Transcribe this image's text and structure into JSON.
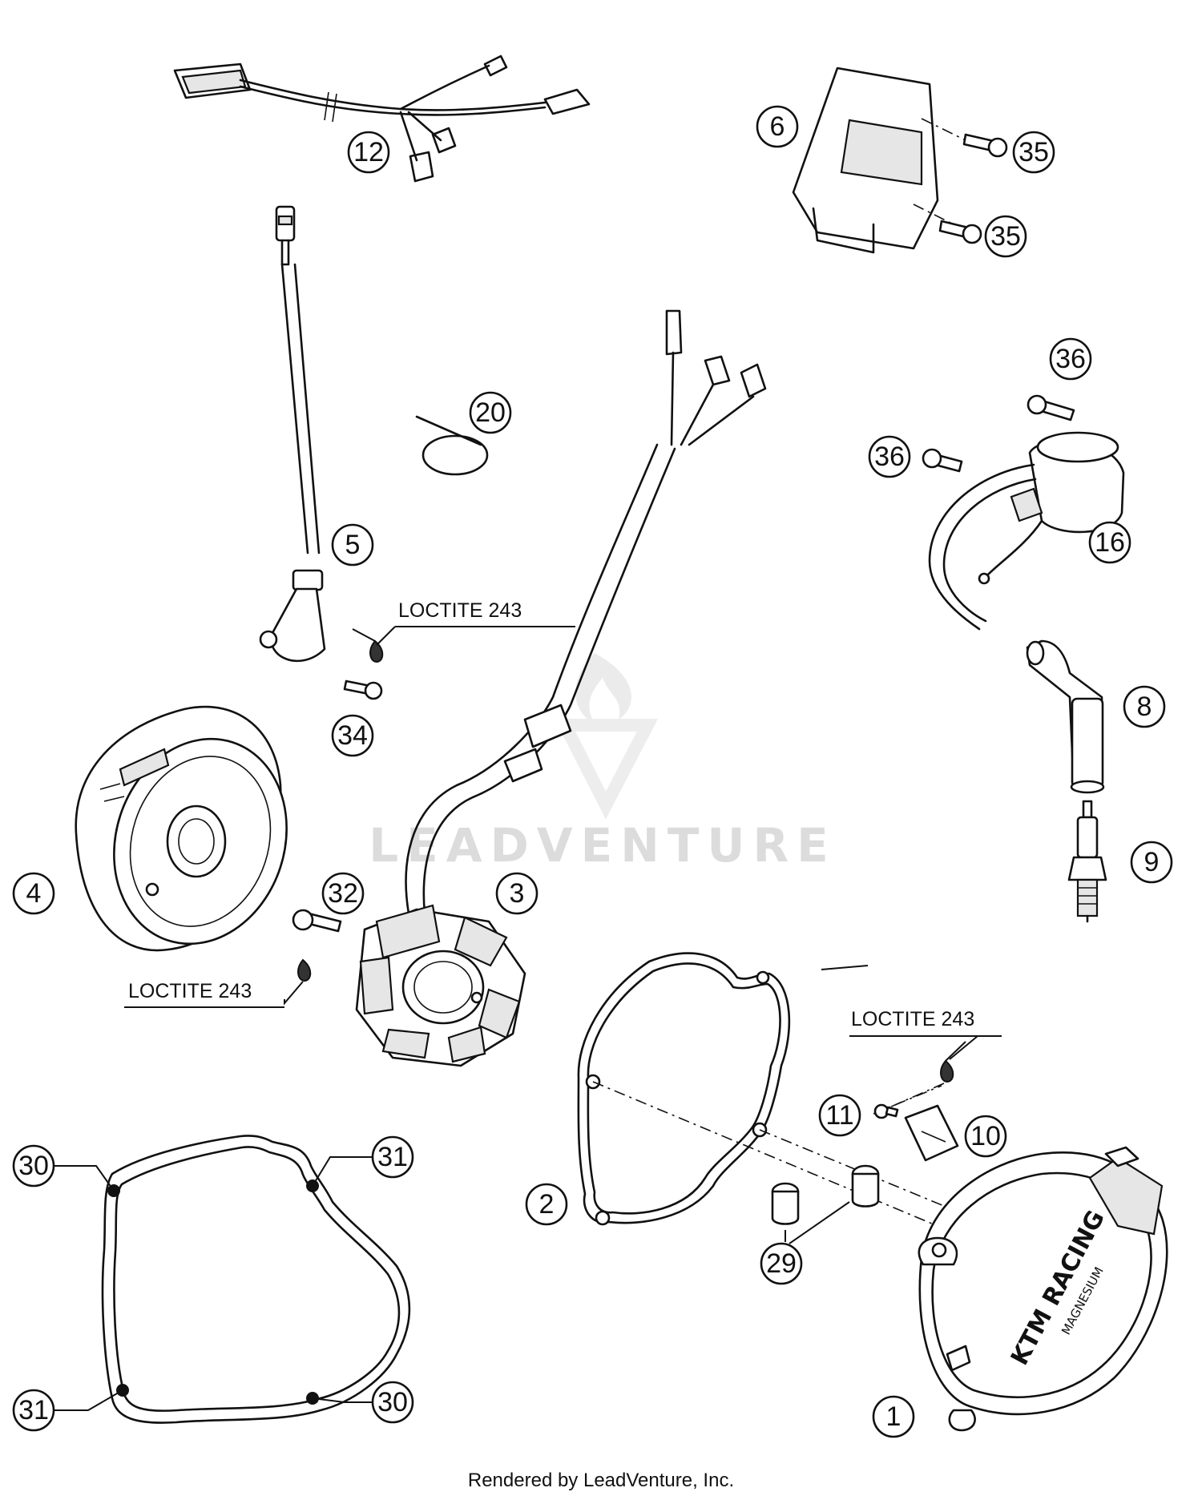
{
  "diagram": {
    "callouts": [
      {
        "id": "c1",
        "label": "1"
      },
      {
        "id": "c2",
        "label": "2"
      },
      {
        "id": "c3",
        "label": "3"
      },
      {
        "id": "c4",
        "label": "4"
      },
      {
        "id": "c5",
        "label": "5"
      },
      {
        "id": "c6",
        "label": "6"
      },
      {
        "id": "c8",
        "label": "8"
      },
      {
        "id": "c9",
        "label": "9"
      },
      {
        "id": "c10",
        "label": "10"
      },
      {
        "id": "c11",
        "label": "11"
      },
      {
        "id": "c12",
        "label": "12"
      },
      {
        "id": "c16",
        "label": "16"
      },
      {
        "id": "c20",
        "label": "20"
      },
      {
        "id": "c29",
        "label": "29"
      },
      {
        "id": "c30a",
        "label": "30"
      },
      {
        "id": "c30b",
        "label": "30"
      },
      {
        "id": "c31a",
        "label": "31"
      },
      {
        "id": "c31b",
        "label": "31"
      },
      {
        "id": "c32",
        "label": "32"
      },
      {
        "id": "c34",
        "label": "34"
      },
      {
        "id": "c35a",
        "label": "35"
      },
      {
        "id": "c35b",
        "label": "35"
      },
      {
        "id": "c36a",
        "label": "36"
      },
      {
        "id": "c36b",
        "label": "36"
      }
    ],
    "notes": [
      {
        "id": "n1",
        "text": "LOCTITE 243"
      },
      {
        "id": "n2",
        "text": "LOCTITE 243"
      },
      {
        "id": "n3",
        "text": "LOCTITE 243"
      }
    ],
    "cover_logo_text": "KTM RACING",
    "cover_logo_subtext": "MAGNESIUM"
  },
  "watermark": "LEADVENTURE",
  "footer": "Rendered by LeadVenture, Inc."
}
